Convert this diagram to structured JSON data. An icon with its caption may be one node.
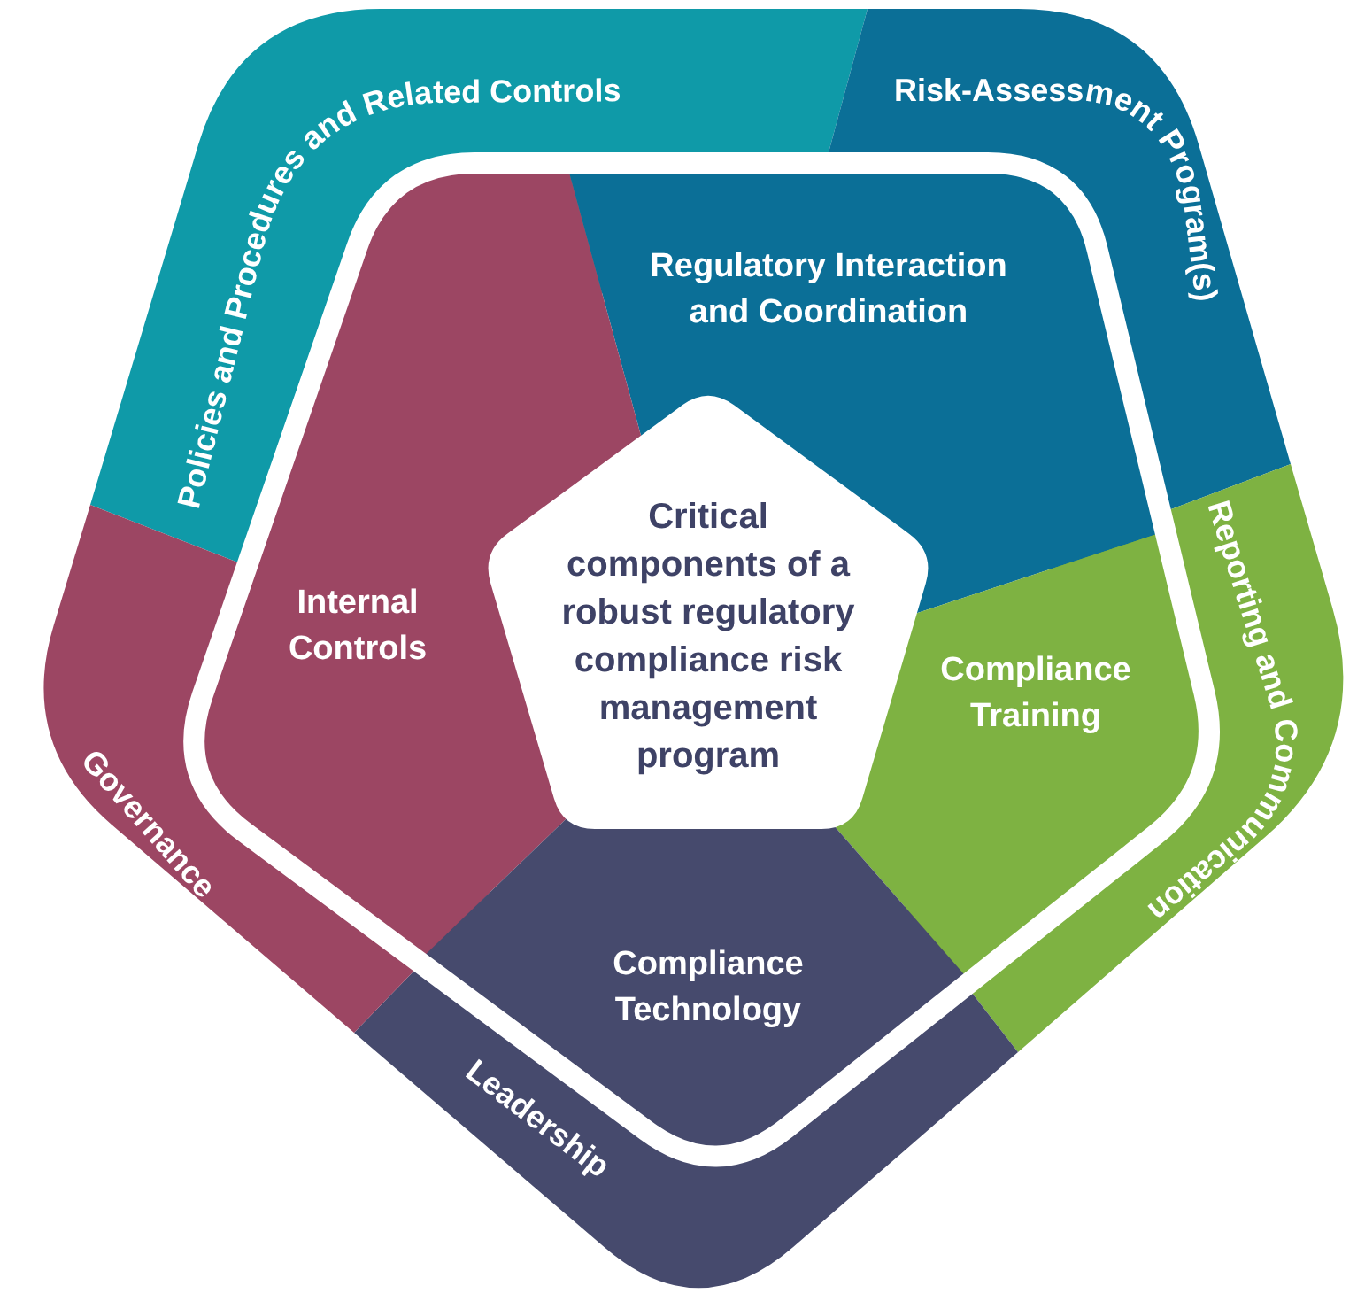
{
  "diagram": {
    "nodes": [
      {
        "text": [
          "Policies and Procedures and Related Controls"
        ]
      },
      {
        "text": [
          "Risk-Assessment Program(s)"
        ]
      },
      {
        "text": [
          "Reporting and Communication"
        ]
      },
      {
        "text": [
          "Leadership"
        ]
      },
      {
        "text": [
          "Governance"
        ]
      },
      {
        "text": [
          "Regulatory Interaction and Coordination"
        ]
      },
      {
        "text": [
          "Internal Controls"
        ]
      },
      {
        "text": [
          "Compliance Training"
        ]
      },
      {
        "text": [
          "Compliance Technology"
        ]
      },
      {
        "text": [
          "Critical components of a robust regulatory compliance risk management program"
        ]
      }
    ]
  }
}
